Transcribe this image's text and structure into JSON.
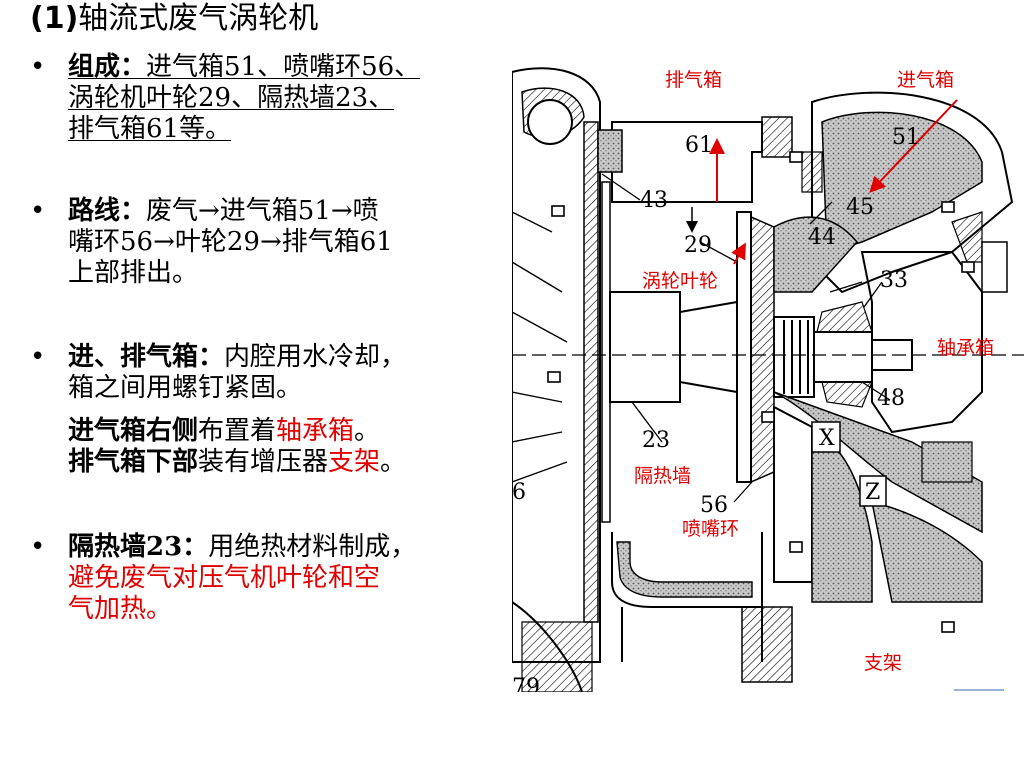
{
  "title": {
    "prefix": "(1)",
    "text": "轴流式废气涡轮机"
  },
  "bullets": {
    "composition": {
      "head": "组成：",
      "line1": "进气箱51、喷嘴环56、",
      "line2": "涡轮机叶轮29、隔热墙23、",
      "line3": "排气箱61等。"
    },
    "route": {
      "head": "路线：",
      "line1": "废气→进气箱51→喷",
      "line2": "嘴环56→叶轮29→排气箱61",
      "line3": "上部排出。"
    },
    "boxes": {
      "head": "进、排气箱：",
      "line1": "内腔用水冷却，",
      "line2": "箱之间用螺钉紧固。",
      "sub1_bold": "进气箱右侧",
      "sub1_mid": "布置着",
      "sub1_red": "轴承箱",
      "sub1_end": "。",
      "sub2_bold": "排气箱下部",
      "sub2_mid": "装有增压器",
      "sub2_red": "支架",
      "sub2_end": "。"
    },
    "wall": {
      "head": "隔热墙23：",
      "line1": "用绝热材料制成，",
      "line2": "避免废气对压气机叶轮和空",
      "line3": "气加热。"
    }
  },
  "diagram": {
    "labels": {
      "exhaust_box": "排气箱",
      "intake_box": "进气箱",
      "turbine_wheel": "涡轮叶轮",
      "bearing_box": "轴承箱",
      "heat_wall": "隔热墙",
      "nozzle_ring": "喷嘴环",
      "bracket": "支架"
    },
    "numbers": {
      "n61": "61",
      "n51": "51",
      "n43": "43",
      "n45": "45",
      "n29": "29",
      "n44": "44",
      "n33": "33",
      "n48": "48",
      "n23": "23",
      "n56": "56",
      "nX": "X",
      "nZ": "Z",
      "n6": "6",
      "n79": "79"
    }
  }
}
